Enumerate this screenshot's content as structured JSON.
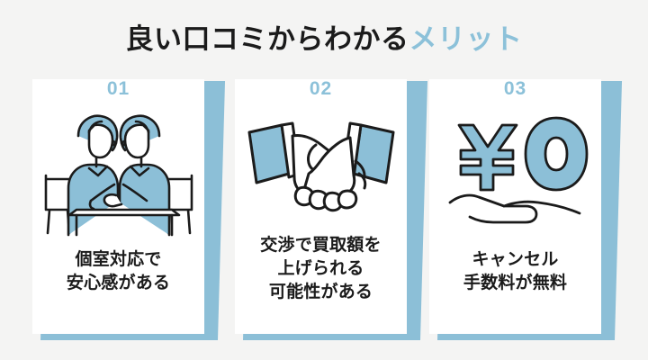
{
  "header": {
    "title_main": "良い口コミからわかる",
    "title_accent": "メリット"
  },
  "colors": {
    "background": "#f4f4f3",
    "card_background": "#ffffff",
    "accent_blue": "#8cc1d9",
    "shadow_blue": "#8cbfd7",
    "outline_dark": "#1b1b1b",
    "text_dark": "#1b1b1b"
  },
  "cards": [
    {
      "number": "01",
      "icon": "two-people-at-table-icon",
      "caption_lines": [
        "個室対応で",
        "安心感がある"
      ]
    },
    {
      "number": "02",
      "icon": "handshake-icon",
      "caption_lines": [
        "交渉で買取額を",
        "上げられる",
        "可能性がある"
      ]
    },
    {
      "number": "03",
      "icon": "yen-zero-on-hand-icon",
      "caption_lines": [
        "キャンセル",
        "手数料が無料"
      ]
    }
  ]
}
